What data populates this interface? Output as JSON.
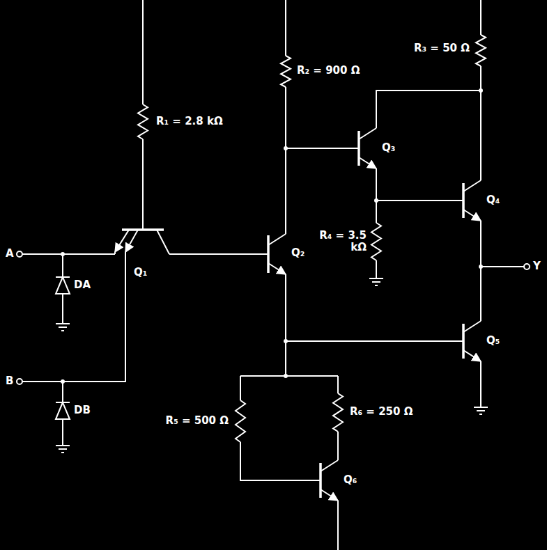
{
  "diagram": {
    "labels": [
      "R₁ = 2.8 kΩ",
      "R₂ = 900 Ω",
      "R₃ = 50 Ω",
      "Q₃",
      "Q₄",
      "A",
      "Q₁",
      "Q₂",
      "R₄ = 3.5 kΩ",
      "Y",
      "DA",
      "Q₅",
      "B",
      "DB",
      "R₅ = 500 Ω",
      "R₆ = 250 Ω",
      "Q₆"
    ]
  }
}
